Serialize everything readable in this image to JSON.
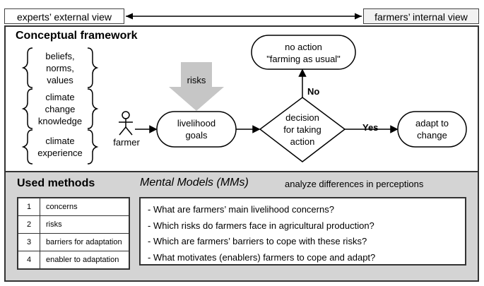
{
  "views": {
    "left": "experts’ external view",
    "right": "farmers’ internal view"
  },
  "framework": {
    "title": "Conceptual framework",
    "factors": [
      [
        "beliefs,",
        "norms,",
        "values"
      ],
      [
        "climate",
        "change",
        "knowledge"
      ],
      [
        "climate",
        "experience"
      ]
    ],
    "actor": "farmer",
    "risks": "risks",
    "livelihood": [
      "livelihood",
      "goals"
    ],
    "decision": [
      "decision",
      "for taking",
      "action"
    ],
    "no_action": [
      "no action",
      "\"farming as usual\""
    ],
    "adapt": [
      "adapt to",
      "change"
    ],
    "no_label": "No",
    "yes_label": "Yes"
  },
  "methods": {
    "title": "Used methods",
    "rows": [
      {
        "num": "1",
        "label": "concerns"
      },
      {
        "num": "2",
        "label": "risks"
      },
      {
        "num": "3",
        "label": "barriers for adaptation"
      },
      {
        "num": "4",
        "label": "enabler to adaptation"
      }
    ],
    "mm_title": "Mental Models (MMs)",
    "mm_subtitle": "analyze differences in perceptions",
    "questions": [
      "- What are farmers’ main livelihood concerns?",
      "- Which risks do farmers face in agricultural production?",
      "- Which are farmers’ barriers to cope with these risks?",
      "- What motivates (enablers) farmers to cope and adapt?"
    ]
  }
}
